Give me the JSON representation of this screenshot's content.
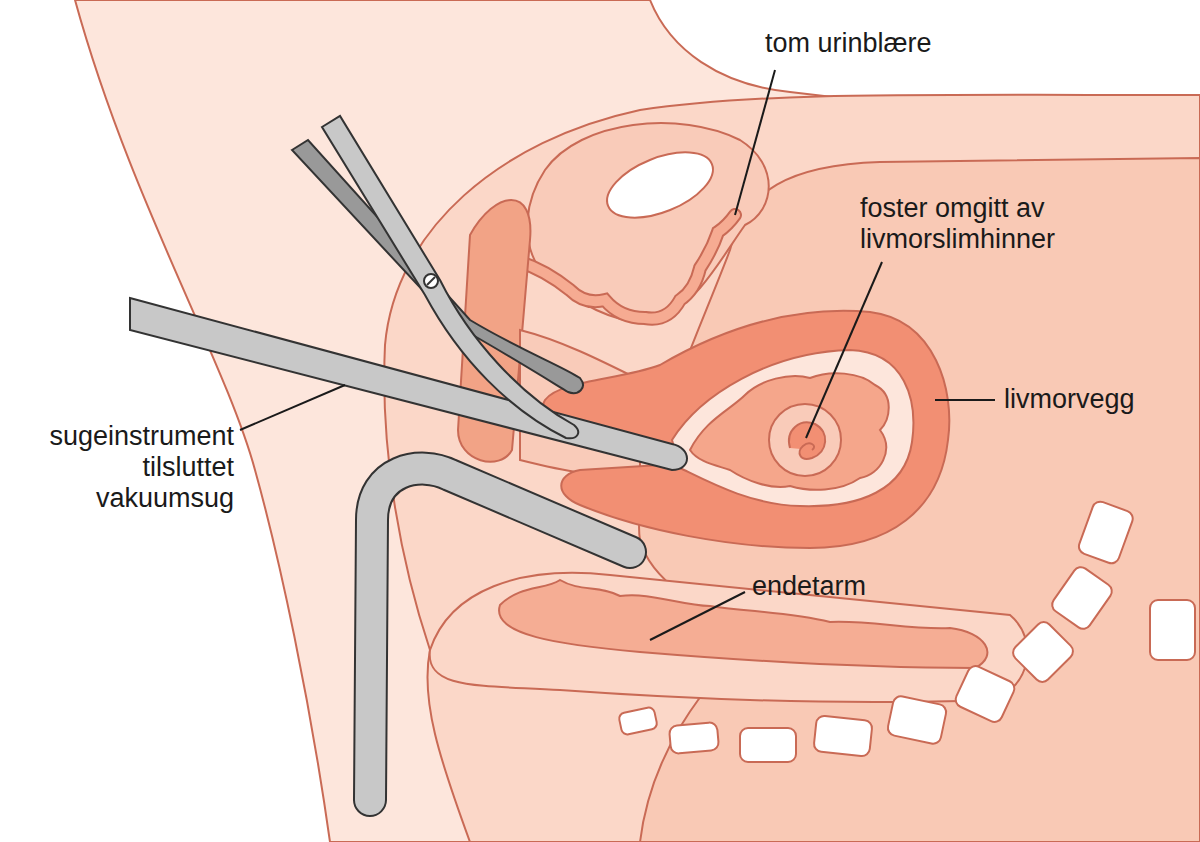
{
  "diagram": {
    "labels": [
      "tom urinblære",
      "foster omgitt av livmorslimhinner",
      "livmorvegg",
      "sugeinstrument tilsluttet vakuumsug",
      "endetarm"
    ]
  }
}
